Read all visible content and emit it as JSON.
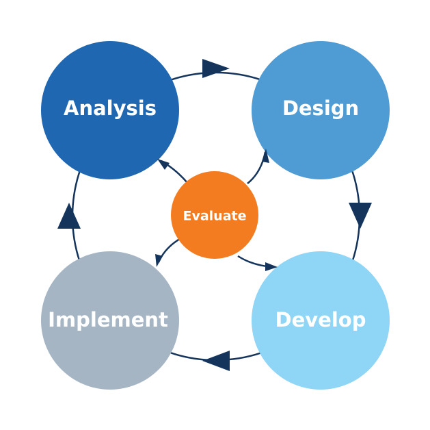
{
  "diagram": {
    "nodes": {
      "analysis": {
        "label": "Analysis",
        "color": "#1f67b1"
      },
      "design": {
        "label": "Design",
        "color": "#4f9bd4"
      },
      "develop": {
        "label": "Develop",
        "color": "#8fd5f5"
      },
      "implement": {
        "label": "Implement",
        "color": "#a6b5c4"
      },
      "evaluate": {
        "label": "Evaluate",
        "color": "#f47c20"
      }
    },
    "connector_color": "#14345c",
    "flow": [
      "analysis",
      "design",
      "develop",
      "implement",
      "analysis"
    ]
  }
}
